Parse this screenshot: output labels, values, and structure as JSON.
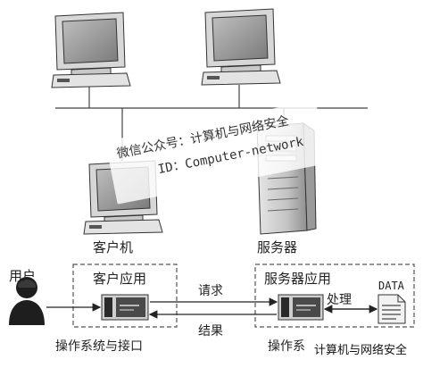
{
  "labels": {
    "client_pc": "客户机",
    "server": "服务器",
    "user": "用户",
    "client_app": "客户应用",
    "server_app": "服务器应用",
    "request": "请求",
    "result": "结果",
    "process": "处理",
    "data": "DATA",
    "os_interface": "操作系统与接口",
    "os_partial": "操作系"
  },
  "watermark": {
    "line1": "微信公众号：计算机与网络安全",
    "line2": "ID：Computer-network",
    "corner": "计算机与网络安全"
  }
}
